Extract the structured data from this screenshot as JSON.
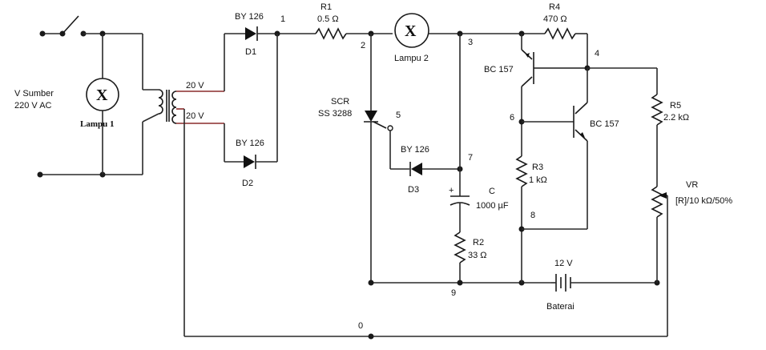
{
  "labels": {
    "source_line1": "V Sumber",
    "source_line2": "220 V AC",
    "lamp1": "Lampu 1",
    "lamp2": "Lampu 2",
    "lamp_symbol": "X",
    "v_top": "20 V",
    "v_bottom": "20 V",
    "d1_type": "BY 126",
    "d1_name": "D1",
    "d2_type": "BY 126",
    "d2_name": "D2",
    "r1_name": "R1",
    "r1_value": "0.5 Ω",
    "scr_line1": "SCR",
    "scr_line2": "SS 3288",
    "d3_type": "BY 126",
    "d3_name": "D3",
    "c_name": "C",
    "c_value": "1000 µF",
    "c_plus": "+",
    "r2_name": "R2",
    "r2_value": "33 Ω",
    "r4_name": "R4",
    "r4_value": "470 Ω",
    "q1_type": "BC 157",
    "q2_type": "BC 157",
    "r3_name": "R3",
    "r3_value": "1 kΩ",
    "r5_name": "R5",
    "r5_value": "2.2 kΩ",
    "vr_name": "VR",
    "vr_value": "[R]/10 kΩ/50%",
    "battery_voltage": "12 V",
    "battery_name": "Baterai"
  },
  "nodes": {
    "n0": "0",
    "n1": "1",
    "n2": "2",
    "n3": "3",
    "n4": "4",
    "n5": "5",
    "n6": "6",
    "n7": "7",
    "n8": "8",
    "n9": "9"
  },
  "colors": {
    "wire": "#2a2a2a",
    "transformer_lead": "#8a2b2b"
  }
}
